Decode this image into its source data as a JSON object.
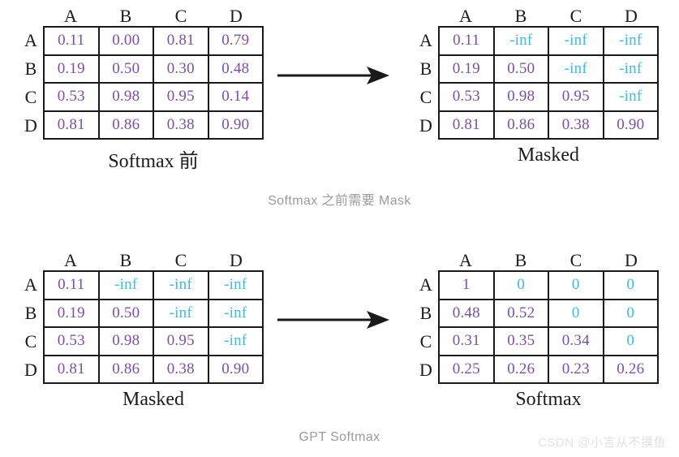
{
  "figure": {
    "section_captions": {
      "top": "Softmax 之前需要 Mask",
      "bottom": "GPT Softmax"
    },
    "watermark": "CSDN @小言从不摸鱼",
    "colors": {
      "value": "#7b4fa8",
      "masked": "#3bbce8",
      "border": "#1a1a1a",
      "caption": "#9b9b9b"
    },
    "arrow_icon_name": "right-arrow-icon"
  },
  "matrices": [
    {
      "id": "softmax-before",
      "caption": "Softmax 前",
      "col_headers": [
        "A",
        "B",
        "C",
        "D"
      ],
      "row_headers": [
        "A",
        "B",
        "C",
        "D"
      ],
      "rows": [
        [
          {
            "v": "0.11",
            "masked": false
          },
          {
            "v": "0.00",
            "masked": false
          },
          {
            "v": "0.81",
            "masked": false
          },
          {
            "v": "0.79",
            "masked": false
          }
        ],
        [
          {
            "v": "0.19",
            "masked": false
          },
          {
            "v": "0.50",
            "masked": false
          },
          {
            "v": "0.30",
            "masked": false
          },
          {
            "v": "0.48",
            "masked": false
          }
        ],
        [
          {
            "v": "0.53",
            "masked": false
          },
          {
            "v": "0.98",
            "masked": false
          },
          {
            "v": "0.95",
            "masked": false
          },
          {
            "v": "0.14",
            "masked": false
          }
        ],
        [
          {
            "v": "0.81",
            "masked": false
          },
          {
            "v": "0.86",
            "masked": false
          },
          {
            "v": "0.38",
            "masked": false
          },
          {
            "v": "0.90",
            "masked": false
          }
        ]
      ]
    },
    {
      "id": "masked-top",
      "caption": "Masked",
      "col_headers": [
        "A",
        "B",
        "C",
        "D"
      ],
      "row_headers": [
        "A",
        "B",
        "C",
        "D"
      ],
      "rows": [
        [
          {
            "v": "0.11",
            "masked": false
          },
          {
            "v": "-inf",
            "masked": true
          },
          {
            "v": "-inf",
            "masked": true
          },
          {
            "v": "-inf",
            "masked": true
          }
        ],
        [
          {
            "v": "0.19",
            "masked": false
          },
          {
            "v": "0.50",
            "masked": false
          },
          {
            "v": "-inf",
            "masked": true
          },
          {
            "v": "-inf",
            "masked": true
          }
        ],
        [
          {
            "v": "0.53",
            "masked": false
          },
          {
            "v": "0.98",
            "masked": false
          },
          {
            "v": "0.95",
            "masked": false
          },
          {
            "v": "-inf",
            "masked": true
          }
        ],
        [
          {
            "v": "0.81",
            "masked": false
          },
          {
            "v": "0.86",
            "masked": false
          },
          {
            "v": "0.38",
            "masked": false
          },
          {
            "v": "0.90",
            "masked": false
          }
        ]
      ]
    },
    {
      "id": "masked-bottom",
      "caption": "Masked",
      "col_headers": [
        "A",
        "B",
        "C",
        "D"
      ],
      "row_headers": [
        "A",
        "B",
        "C",
        "D"
      ],
      "rows": [
        [
          {
            "v": "0.11",
            "masked": false
          },
          {
            "v": "-inf",
            "masked": true
          },
          {
            "v": "-inf",
            "masked": true
          },
          {
            "v": "-inf",
            "masked": true
          }
        ],
        [
          {
            "v": "0.19",
            "masked": false
          },
          {
            "v": "0.50",
            "masked": false
          },
          {
            "v": "-inf",
            "masked": true
          },
          {
            "v": "-inf",
            "masked": true
          }
        ],
        [
          {
            "v": "0.53",
            "masked": false
          },
          {
            "v": "0.98",
            "masked": false
          },
          {
            "v": "0.95",
            "masked": false
          },
          {
            "v": "-inf",
            "masked": true
          }
        ],
        [
          {
            "v": "0.81",
            "masked": false
          },
          {
            "v": "0.86",
            "masked": false
          },
          {
            "v": "0.38",
            "masked": false
          },
          {
            "v": "0.90",
            "masked": false
          }
        ]
      ]
    },
    {
      "id": "softmax-result",
      "caption": "Softmax",
      "col_headers": [
        "A",
        "B",
        "C",
        "D"
      ],
      "row_headers": [
        "A",
        "B",
        "C",
        "D"
      ],
      "rows": [
        [
          {
            "v": "1",
            "masked": false
          },
          {
            "v": "0",
            "masked": true
          },
          {
            "v": "0",
            "masked": true
          },
          {
            "v": "0",
            "masked": true
          }
        ],
        [
          {
            "v": "0.48",
            "masked": false
          },
          {
            "v": "0.52",
            "masked": false
          },
          {
            "v": "0",
            "masked": true
          },
          {
            "v": "0",
            "masked": true
          }
        ],
        [
          {
            "v": "0.31",
            "masked": false
          },
          {
            "v": "0.35",
            "masked": false
          },
          {
            "v": "0.34",
            "masked": false
          },
          {
            "v": "0",
            "masked": true
          }
        ],
        [
          {
            "v": "0.25",
            "masked": false
          },
          {
            "v": "0.26",
            "masked": false
          },
          {
            "v": "0.23",
            "masked": false
          },
          {
            "v": "0.26",
            "masked": false
          }
        ]
      ]
    }
  ]
}
